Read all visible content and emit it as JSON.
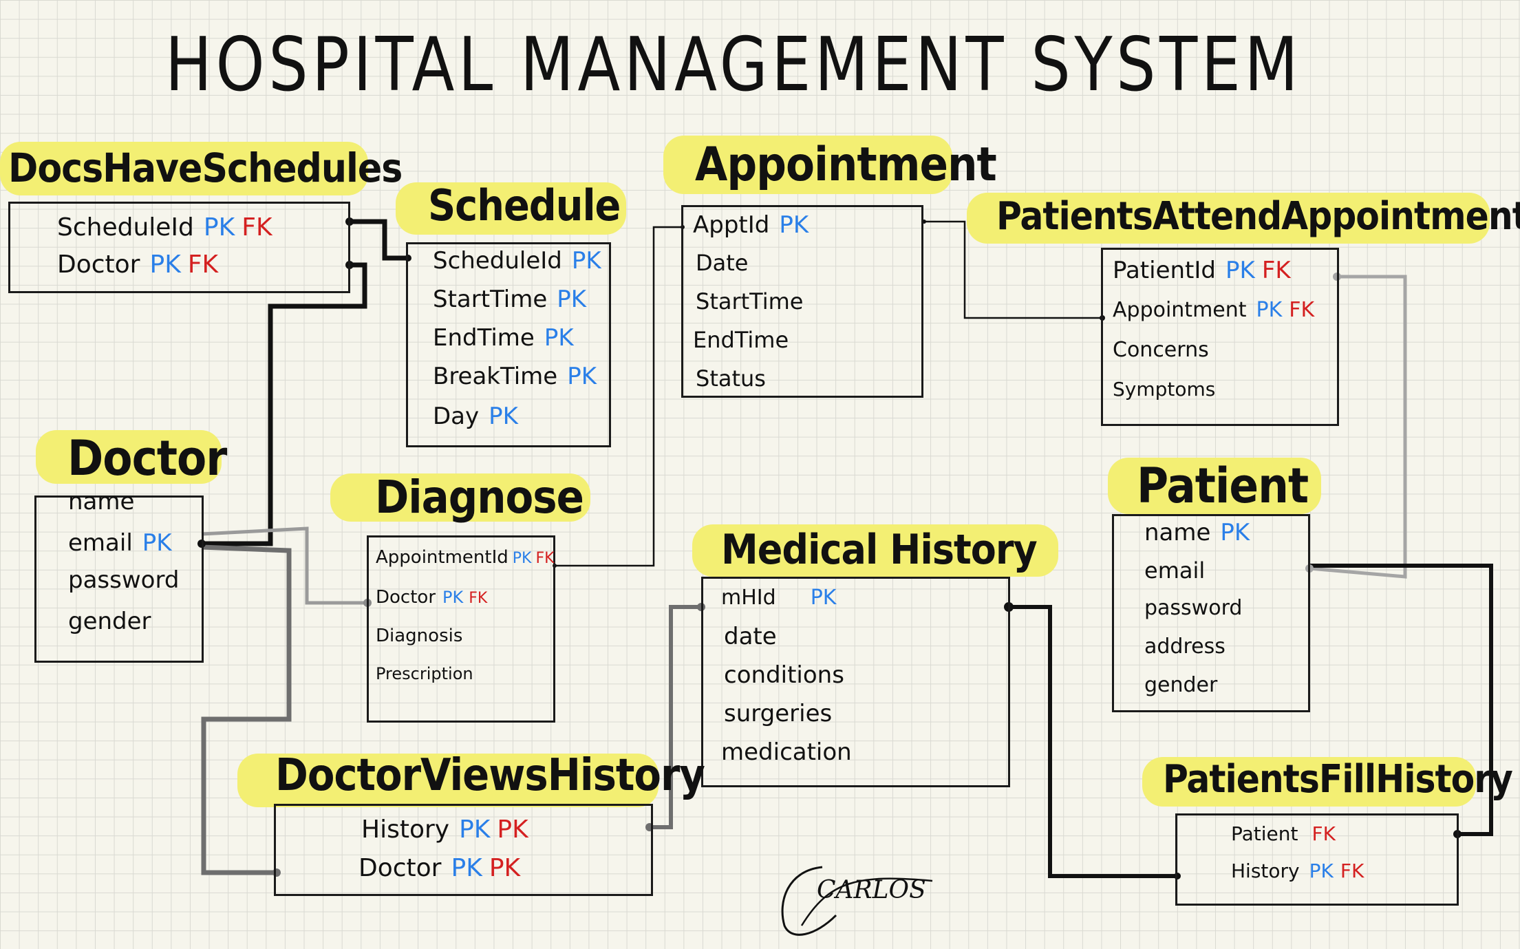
{
  "title": "HOSPITAL MANAGEMENT SYSTEM",
  "signature": "CARLOS",
  "colors": {
    "highlight": "#f3ef73",
    "pk": "#2a7fe8",
    "fk": "#d42020",
    "ink": "#111111"
  },
  "entities": {
    "docs_have_schedules": {
      "name": "DocsHaveSchedules",
      "attributes": [
        {
          "name": "ScheduleId",
          "pk": "PK",
          "fk": "FK"
        },
        {
          "name": "Doctor",
          "pk": "PK",
          "fk": "FK"
        }
      ]
    },
    "schedule": {
      "name": "Schedule",
      "attributes": [
        {
          "name": "ScheduleId",
          "pk": "PK"
        },
        {
          "name": "StartTime",
          "pk": "PK"
        },
        {
          "name": "EndTime",
          "pk": "PK"
        },
        {
          "name": "BreakTime",
          "pk": "PK"
        },
        {
          "name": "Day",
          "pk": "PK"
        }
      ]
    },
    "appointment": {
      "name": "Appointment",
      "attributes": [
        {
          "name": "ApptId",
          "pk": "PK"
        },
        {
          "name": "Date"
        },
        {
          "name": "StartTime"
        },
        {
          "name": "EndTime"
        },
        {
          "name": "Status"
        }
      ]
    },
    "patients_attend_appointments": {
      "name": "PatientsAttendAppointments",
      "attributes": [
        {
          "name": "PatientId",
          "pk": "PK",
          "fk": "FK"
        },
        {
          "name": "Appointment",
          "pk": "PK",
          "fk": "FK"
        },
        {
          "name": "Concerns"
        },
        {
          "name": "Symptoms"
        }
      ]
    },
    "doctor": {
      "name": "Doctor",
      "attributes": [
        {
          "name": "name"
        },
        {
          "name": "email",
          "pk": "PK"
        },
        {
          "name": "password"
        },
        {
          "name": "gender"
        }
      ]
    },
    "diagnose": {
      "name": "Diagnose",
      "attributes": [
        {
          "name": "AppointmentId",
          "pk": "PK",
          "fk": "FK"
        },
        {
          "name": "Doctor",
          "pk": "PK",
          "fk": "FK"
        },
        {
          "name": "Diagnosis"
        },
        {
          "name": "Prescription"
        }
      ]
    },
    "patient": {
      "name": "Patient",
      "attributes": [
        {
          "name": "name",
          "pk": "PK"
        },
        {
          "name": "email"
        },
        {
          "name": "password"
        },
        {
          "name": "address"
        },
        {
          "name": "gender"
        }
      ]
    },
    "medical_history": {
      "name": "Medical History",
      "attributes": [
        {
          "name": "mHId",
          "pk": "PK"
        },
        {
          "name": "date"
        },
        {
          "name": "conditions"
        },
        {
          "name": "surgeries"
        },
        {
          "name": "medication"
        }
      ]
    },
    "doctor_views_history": {
      "name": "DoctorViewsHistory",
      "attributes": [
        {
          "name": "History",
          "pk": "PK",
          "fk": "PK"
        },
        {
          "name": "Doctor",
          "pk": "PK",
          "fk": "PK"
        }
      ]
    },
    "patients_fill_history": {
      "name": "PatientsFillHistory",
      "attributes": [
        {
          "name": "Patient",
          "fk": "FK"
        },
        {
          "name": "History",
          "pk": "PK",
          "fk": "FK"
        }
      ]
    }
  }
}
